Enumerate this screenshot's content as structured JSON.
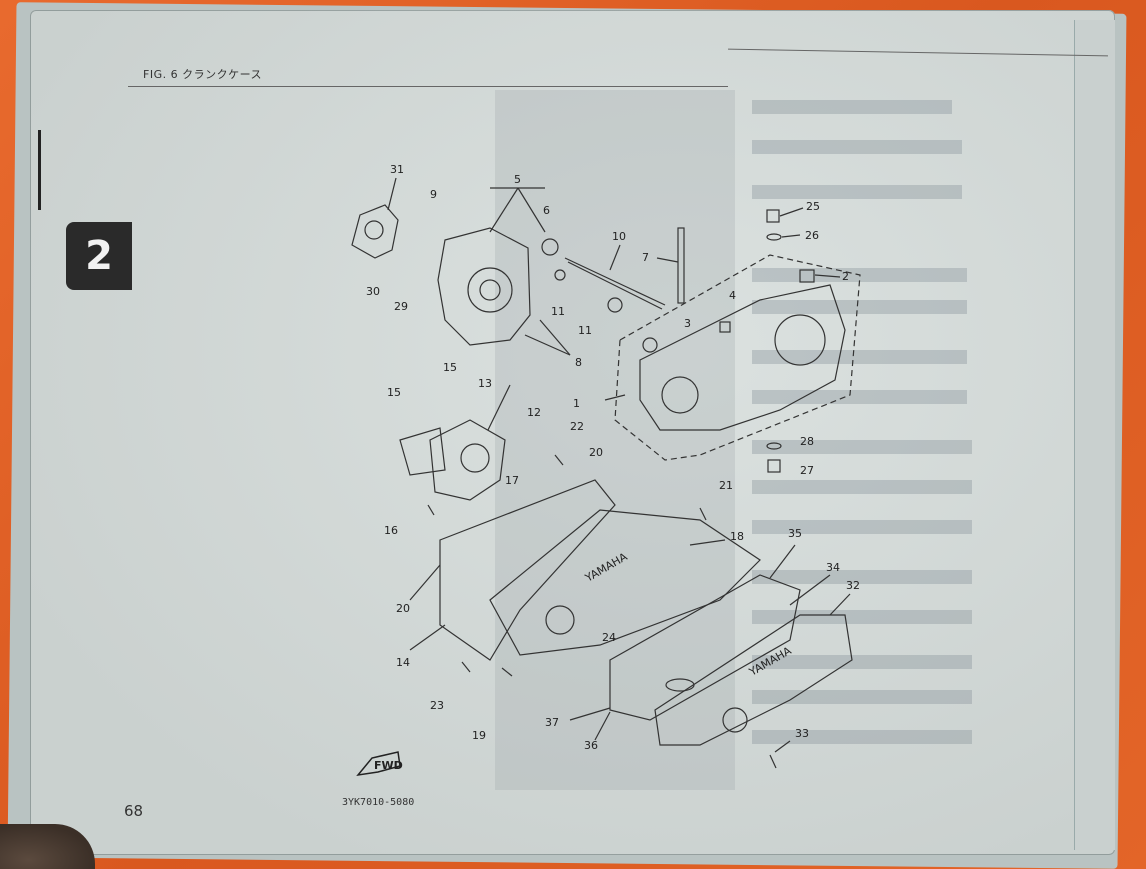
{
  "page": {
    "fig_title": "FIG. 6 クランクケース",
    "section_tab": "2",
    "page_number": "68",
    "diagram_code": "3YK7010-5080",
    "fwd_label": "FWD",
    "brand_text": "YAMAHA"
  },
  "callouts": [
    "31",
    "9",
    "5",
    "6",
    "10",
    "7",
    "25",
    "26",
    "2",
    "30",
    "29",
    "11",
    "11",
    "4",
    "3",
    "8",
    "1",
    "15",
    "13",
    "15",
    "12",
    "22",
    "20",
    "28",
    "27",
    "17",
    "16",
    "21",
    "18",
    "35",
    "34",
    "32",
    "20",
    "14",
    "24",
    "23",
    "19",
    "37",
    "36",
    "33"
  ]
}
